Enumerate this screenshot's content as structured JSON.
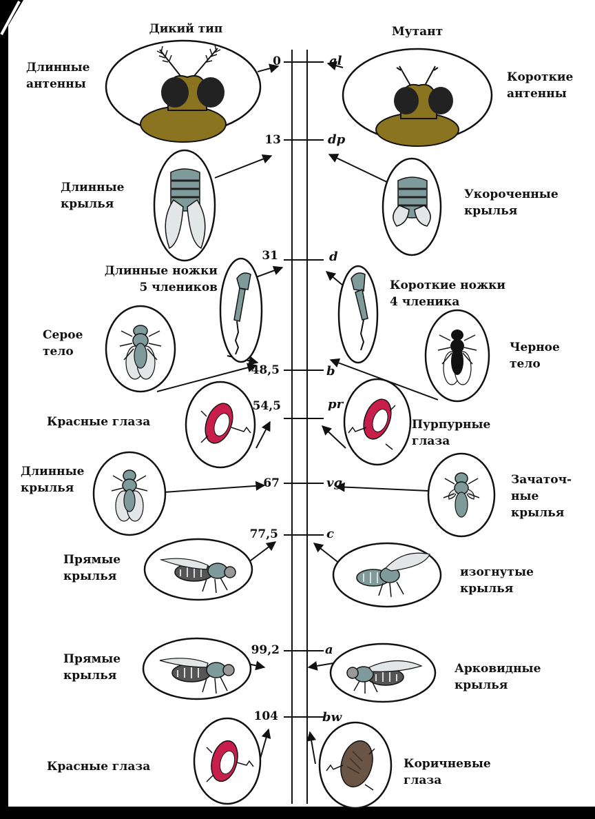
{
  "headers": {
    "wild": "Дикий тип",
    "mutant": "Мутант"
  },
  "loci": [
    {
      "pos": "0",
      "gene": "al",
      "wild": "Длинные\nантенны",
      "mutant": "Короткие\nантенны"
    },
    {
      "pos": "13",
      "gene": "dp",
      "wild": "Длинные\nкрылья",
      "mutant": "Укороченные\nкрылья"
    },
    {
      "pos": "31",
      "gene": "d",
      "wild": "Длинные ножки\n5 члеников",
      "mutant": "Короткие ножки\n4 членика"
    },
    {
      "pos": "48,5",
      "gene": "b",
      "wild": "Серое\nтело",
      "mutant": "Черное\nтело"
    },
    {
      "pos": "54,5",
      "gene": "pr",
      "wild": "Красные глаза",
      "mutant": "Пурпурные\nглаза"
    },
    {
      "pos": "67",
      "gene": "vg",
      "wild": "Длинные\nкрылья",
      "mutant": "Зачаточ-\nные\nкрылья"
    },
    {
      "pos": "77,5",
      "gene": "c",
      "wild": "Прямые\nкрылья",
      "mutant": "изогнутые\nкрылья"
    },
    {
      "pos": "99,2",
      "gene": "a",
      "wild": "Прямые\nкрылья",
      "mutant": "Арковидные\nкрылья"
    },
    {
      "pos": "104",
      "gene": "bw",
      "wild": "Красные глаза",
      "mutant": "Коричневые\nглаза"
    }
  ],
  "colors": {
    "olive": "#8a7420",
    "fly_gray": "#7f9a9a",
    "wing": "#e2e6e6",
    "red_eye": "#c81e4b",
    "brown_eye": "#6a5443",
    "black_body": "#111111"
  }
}
